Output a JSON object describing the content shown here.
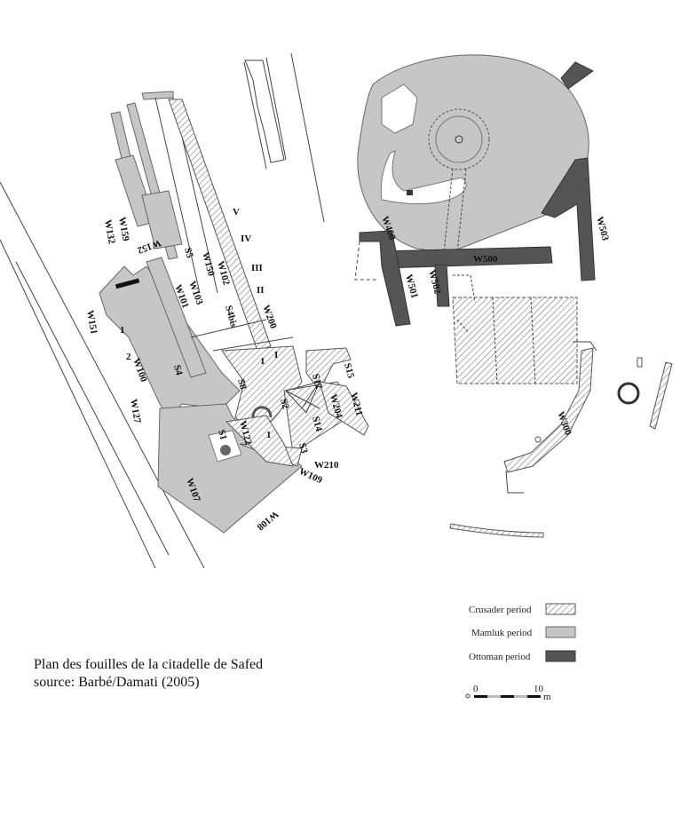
{
  "caption": {
    "line1": "Plan des fouilles de la citadelle de Safed",
    "line2": "source: Barbé/Damati (2005)"
  },
  "legend": {
    "crusader": "Crusader period",
    "mamluk": "Mamluk period",
    "ottoman": "Ottoman period",
    "colors": {
      "crusader": "#ffffff",
      "mamluk": "#c6c6c6",
      "ottoman": "#555555"
    }
  },
  "scale": {
    "start": "0",
    "end": "10",
    "unit": "m"
  },
  "labels": {
    "w400": "W400",
    "w500": "W500",
    "w503": "W503",
    "w501": "W501",
    "w502": "W502",
    "w300": "W300",
    "w159": "W159",
    "w132": "W132",
    "w152": "W152",
    "w150": "W150",
    "w102": "W102",
    "w103": "W103",
    "w101": "W101",
    "s5": "S5",
    "s4bis": "S4bis",
    "w151": "W151",
    "w100": "W100",
    "w127": "W127",
    "s4": "S4",
    "w200": "W200",
    "r1": "I",
    "r2": "II",
    "r3": "III",
    "r4": "IV",
    "r5": "V",
    "s8": "S8",
    "s12": "S12",
    "s15": "S15",
    "s2": "S2",
    "w204": "W204",
    "s14": "S14",
    "w211": "W211",
    "w122": "W122",
    "s1": "S1",
    "s3": "S3",
    "w210": "W210",
    "w109": "W109",
    "w107": "W107",
    "w108": "W108",
    "n1": "1",
    "n2": "2",
    "n1b": "1",
    "n1c": "1"
  }
}
